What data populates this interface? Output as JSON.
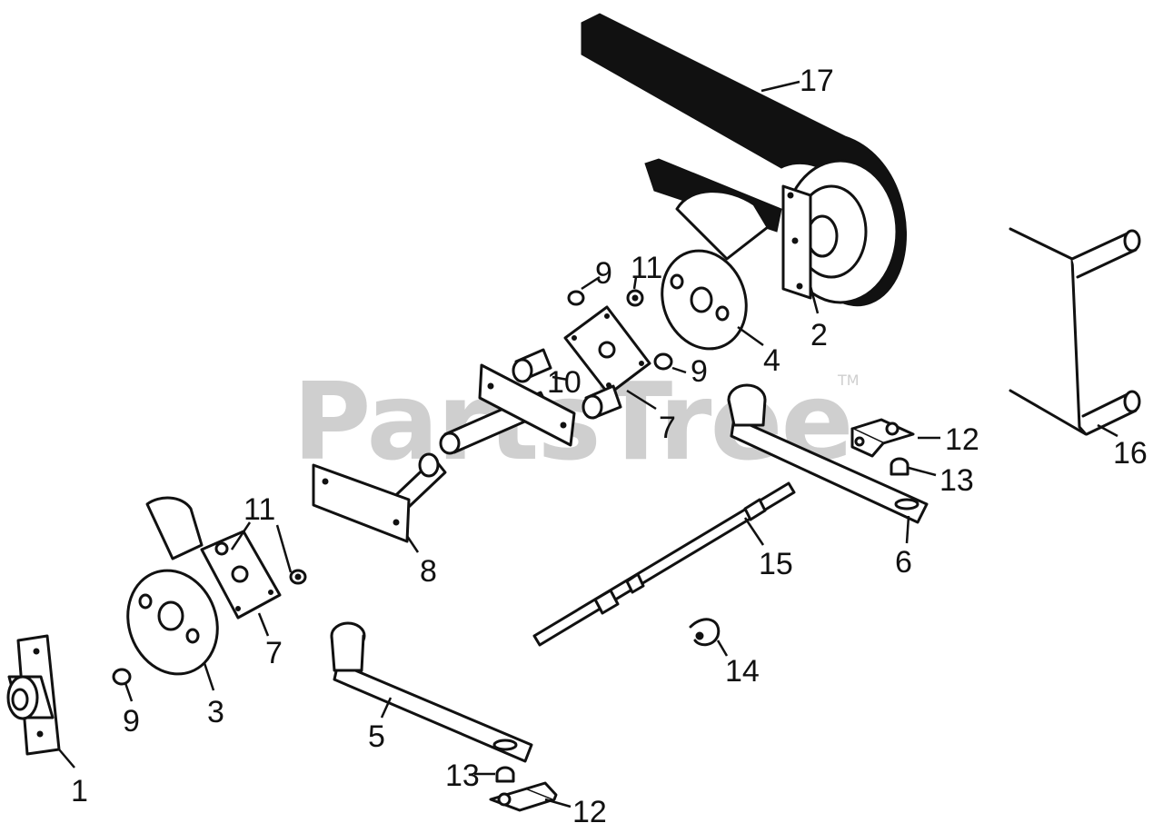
{
  "watermark": {
    "text": "PartsTree",
    "mark": "TM"
  },
  "callouts": {
    "p1": "1",
    "p2": "2",
    "p3": "3",
    "p4": "4",
    "p5": "5",
    "p6": "6",
    "p7a": "7",
    "p7b": "7",
    "p8": "8",
    "p9a": "9",
    "p9b": "9",
    "p9c": "9",
    "p10": "10",
    "p11a": "11",
    "p11b": "11",
    "p12a": "12",
    "p12b": "12",
    "p13a": "13",
    "p13b": "13",
    "p14": "14",
    "p15": "15",
    "p16": "16",
    "p17": "17"
  }
}
